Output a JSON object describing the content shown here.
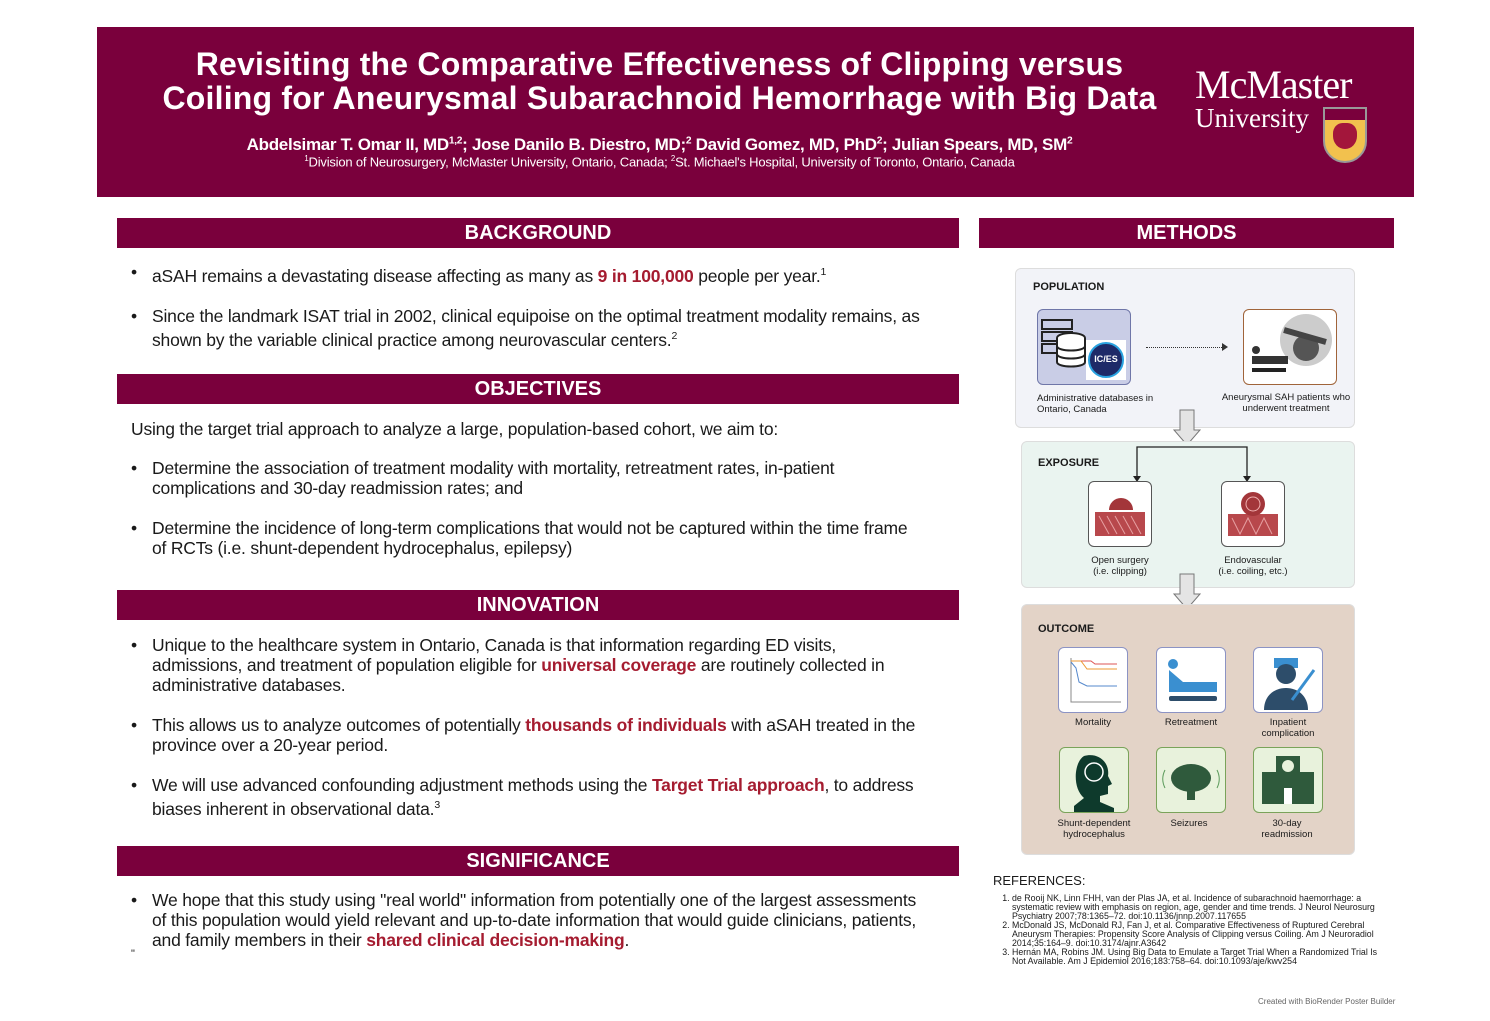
{
  "header": {
    "title_line1": "Revisiting the Comparative Effectiveness of Clipping versus",
    "title_line2": "Coiling for Aneurysmal Subarachnoid Hemorrhage with Big Data",
    "authors": [
      {
        "name": "Abdelsimar T. Omar II, MD",
        "sup": "1,2",
        "sep": "; "
      },
      {
        "name": "Jose Danilo B. Diestro, MD;",
        "sup": "2",
        "sep": " "
      },
      {
        "name": "David Gomez, MD, PhD",
        "sup": "2",
        "sep": "; "
      },
      {
        "name": "Julian Spears, MD, SM",
        "sup": "2",
        "sep": ""
      }
    ],
    "affil1_sup": "1",
    "affil1": "Division of Neurosurgery, McMaster University, Ontario, Canada; ",
    "affil2_sup": "2",
    "affil2": "St. Michael's Hospital, University of Toronto, Ontario, Canada",
    "logo_line1": "McMaster",
    "logo_line2": "University"
  },
  "colors": {
    "brand": "#7a003c",
    "highlight": "#a51c30"
  },
  "background": {
    "heading": "BACKGROUND",
    "b1_pre": "aSAH remains a devastating disease affecting as many as ",
    "b1_hl": "9 in 100,000",
    "b1_post": " people per year.",
    "b1_sup": "1",
    "b2": "Since the landmark ISAT trial in 2002, clinical equipoise on the optimal treatment modality remains, as shown by the variable clinical practice among neurovascular centers.",
    "b2_sup": "2"
  },
  "objectives": {
    "heading": "OBJECTIVES",
    "intro": "Using the target trial approach to analyze a large, population-based cohort, we aim to:",
    "b1": "Determine the association of treatment modality with mortality, retreatment rates, in-patient complications and 30-day readmission rates; and",
    "b2": "Determine the incidence of long-term complications that would not be captured within the time frame of RCTs (i.e. shunt-dependent hydrocephalus, epilepsy)"
  },
  "innovation": {
    "heading": "INNOVATION",
    "b1_pre": "Unique to the healthcare system in Ontario, Canada is that information regarding ED visits, admissions, and treatment of population eligible for ",
    "b1_hl": "universal coverage",
    "b1_post": " are routinely collected in administrative databases.",
    "b2_pre": "This allows us to analyze outcomes of potentially ",
    "b2_hl": "thousands of individuals",
    "b2_post": " with aSAH treated in the province over a 20-year period.",
    "b3_pre": "We will use advanced confounding adjustment methods using the ",
    "b3_hl": "Target Trial approach",
    "b3_post": ", to address biases inherent in observational data.",
    "b3_sup": "3"
  },
  "significance": {
    "heading": "SIGNIFICANCE",
    "b1_pre": "We hope that this study using  \"real world\" information from potentially one of the largest assessments of this population would yield relevant and up-to-date information that would guide clinicians, patients, and family members in their ",
    "b1_hl": "shared clinical decision-making",
    "b1_post": ".",
    "stray": "\""
  },
  "methods": {
    "heading": "METHODS",
    "population": {
      "label": "POPULATION",
      "ices": "IC/ES",
      "left_caption": "Administrative databases in Ontario, Canada",
      "right_caption": "Aneurysmal SAH patients who underwent treatment"
    },
    "exposure": {
      "label": "EXPOSURE",
      "left_line1": "Open surgery",
      "left_line2": "(i.e. clipping)",
      "right_line1": "Endovascular",
      "right_line2": "(i.e. coiling, etc.)"
    },
    "outcome": {
      "label": "OUTCOME",
      "items": [
        {
          "line1": "Mortality",
          "line2": ""
        },
        {
          "line1": "Retreatment",
          "line2": ""
        },
        {
          "line1": "Inpatient",
          "line2": "complication"
        },
        {
          "line1": "Shunt-dependent",
          "line2": "hydrocephalus"
        },
        {
          "line1": "Seizures",
          "line2": ""
        },
        {
          "line1": "30-day",
          "line2": "readmission"
        }
      ]
    }
  },
  "references": {
    "heading": "REFERENCES:",
    "items": [
      "de Rooij NK, Linn FHH, van der Plas JA, et al. Incidence of subarachnoid haemorrhage: a systematic review with emphasis on region, age, gender and time trends. J Neurol Neurosurg Psychiatry 2007;78:1365–72. doi:10.1136/jnnp.2007.117655",
      "McDonald JS, McDonald RJ, Fan J, et al. Comparative Effectiveness of Ruptured Cerebral Aneurysm Therapies: Propensity Score Analysis of Clipping versus Coiling. Am J Neuroradiol 2014;35:164–9. doi:10.3174/ajnr.A3642",
      "Hernán MA, Robins JM. Using Big Data to Emulate a Target Trial When a Randomized Trial Is Not Available. Am J Epidemiol 2016;183:758–64. doi:10.1093/aje/kwv254"
    ]
  },
  "credit": "Created with BioRender Poster Builder"
}
